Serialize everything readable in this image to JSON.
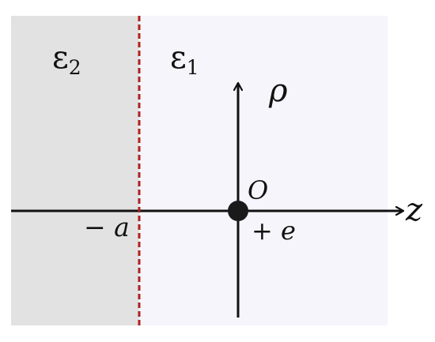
{
  "regions": {
    "left": {
      "symbol": "ε",
      "subscript": "2",
      "fill": "#e2e2e2"
    },
    "right": {
      "symbol": "ε",
      "subscript": "1",
      "fill": "#f5f5fb"
    }
  },
  "interface": {
    "color": "#b0211d",
    "position_label": "− a"
  },
  "axes": {
    "horizontal_label": "z",
    "vertical_label": "ρ",
    "color": "#111111"
  },
  "origin": {
    "label": "O",
    "charge_label": "+ e"
  }
}
